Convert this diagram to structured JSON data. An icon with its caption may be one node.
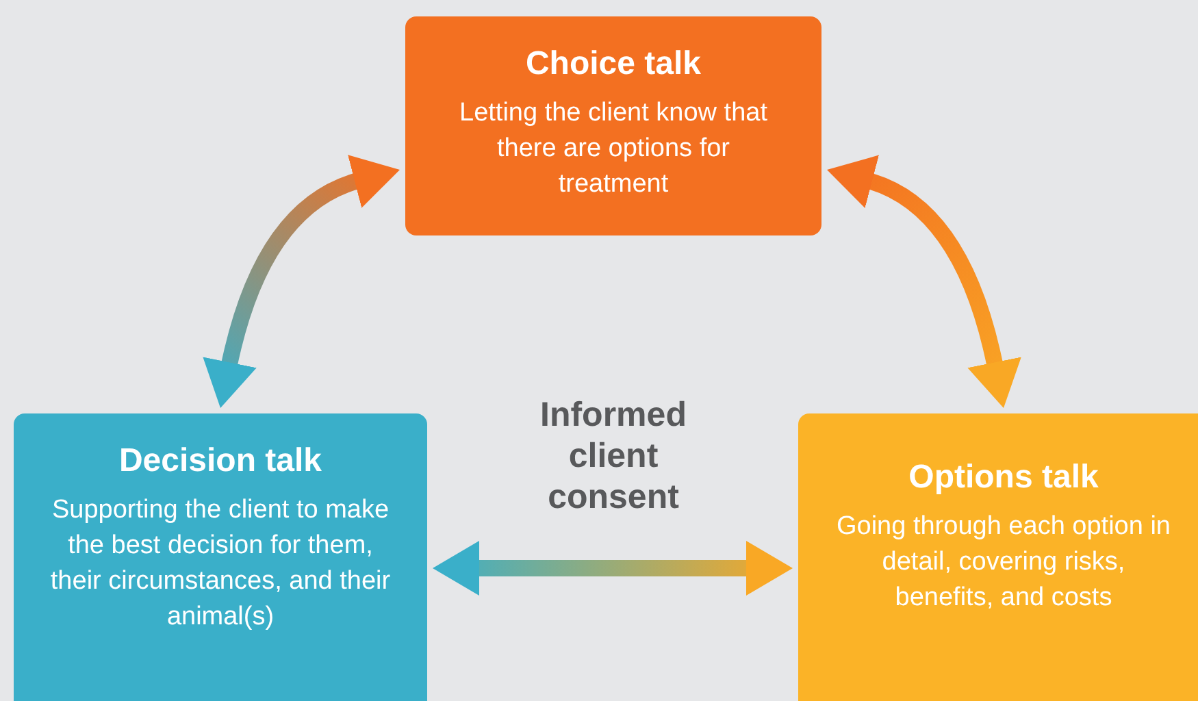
{
  "diagram": {
    "nodes": [
      {
        "text": [
          "Choice talk",
          "Letting the client know that there are options for treatment"
        ]
      },
      {
        "text": [
          "Decision talk",
          "Supporting the client to make the best decision for them, their circumstances, and their animal(s)"
        ]
      },
      {
        "text": [
          "Options talk",
          "Going through each option in detail, covering risks, benefits, and costs"
        ]
      }
    ],
    "edges": [
      {
        "from": 0,
        "to": 1,
        "arrow": "both",
        "style": "thick"
      },
      {
        "from": 0,
        "to": 2,
        "arrow": "both",
        "style": "thick"
      },
      {
        "from": 1,
        "to": 2,
        "arrow": "both",
        "style": "thick"
      }
    ],
    "labels": [
      "Informed client consent"
    ]
  }
}
